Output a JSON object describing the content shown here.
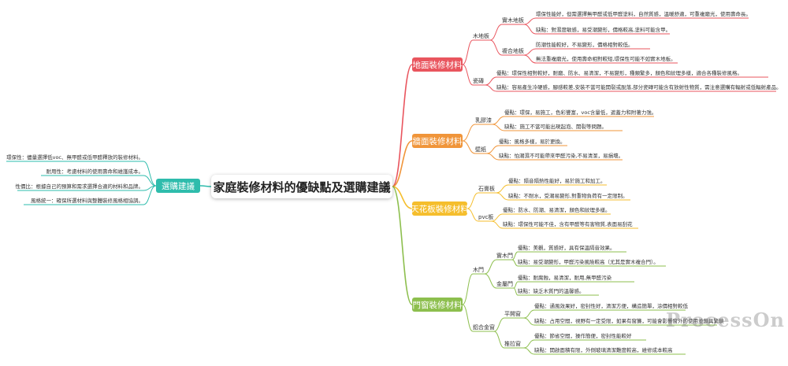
{
  "root": "家庭裝修材料的優缺點及選購建議",
  "watermark": "ProcessOn",
  "colors": {
    "floor": "#e9555e",
    "wall": "#f0953a",
    "ceiling": "#f5be2d",
    "door": "#8dbf4e",
    "advice": "#2ebcac"
  },
  "categories": {
    "floor": "地面裝修材料",
    "wall": "牆面裝修材料",
    "ceiling": "天花板裝修材料",
    "door": "門窗裝修材料",
    "advice": "選購建議"
  },
  "floor": {
    "wood": "木地板",
    "solid": "實木地板",
    "solid_adv": "環保性能好，但需選擇無甲醛或低甲醛塗料，自然質感，溫暖舒適，可重複磨光，使用壽命長。",
    "solid_dis": "缺點：對濕度敏感，易受潮變形，價格較高,塗料可能含甲。",
    "composite": "複合地板",
    "comp_adv": "防潮性能較好，不易變形，價格相對較低。",
    "comp_dis": "無法重複磨光，使用壽命相對較短,環保性可能不如實木地板。",
    "tile": "瓷磚",
    "tile_adv": "優點：環保性相對較好，耐磨、防水、易清潔，不易變形，種類繁多，顏色和紋理多樣，適合各種裝修風格。",
    "tile_dis": "缺點：容易產生冷硬感，腳感較差,安裝不當可能開裂或脫落,部分瓷磚可能含有放射性物質，需注意選購有輻射或低輻射產品。"
  },
  "wall": {
    "latex": "乳膠漆",
    "latex_adv": "優點：環保，易施工，色彩豐富，voc含量低，遮蓋力和附著力強。",
    "latex_dis": "缺點：施工不當可能出現起泡、開裂等問題。",
    "paper": "壁紙",
    "paper_adv": "優點：風格多樣，易於更換。",
    "paper_dis": "缺點：怕潮濕不可能帶來甲醛污染,不易清潔，易損壞。"
  },
  "ceiling": {
    "gypsum": "石膏板",
    "gypsum_adv": "優點：隔音隔熱性能好，易於施工和加工。",
    "gypsum_dis": "缺點：不耐水，受潮易變形,對重物負荷有一定限制。",
    "pvc": "pvc板",
    "pvc_adv": "優點：防水、防潮、易清潔，顏色和紋理多樣。",
    "pvc_dis": "缺點：環保性可能不佳，含有甲醛等有害物質,表面易刮花"
  },
  "door": {
    "wooden": "木門",
    "solid": "實木門",
    "solid_adv": "優點：美觀，質感好，具有保溫隔音效果。",
    "solid_dis": "缺點：易受潮變形，甲醛污染風險較高（尤其是實木複合門）。",
    "metal": "金屬門",
    "metal_adv": "優點：耐腐蝕，易清潔，耐用,無甲醛污染",
    "metal_dis": "缺點：缺乏木質門的溫馨感。",
    "alloy": "鋁合金窗",
    "casement": "平開窗",
    "case_adv": "優點：通風效果好，密封性好，清潔方便，構造簡單，涂價相對較低",
    "case_dis": "缺點：占用空間，視野有一定受限，如果有窗簾，可能會影響窗外的使用並鎖具繁瑣",
    "sliding": "推拉窗",
    "slide_adv": "優點：節省空間，操作簡便，密封性能較好",
    "slide_dis": "缺點：開啟面積有限，外側玻璃清潔難度較高，維修成本較高"
  },
  "advice": {
    "eco": "環保性：儘量選擇低voc、無甲醛或低甲醛釋放的裝修材料。",
    "durability": "耐用性：考慮材料的使用壽命和維護成本。",
    "value": "性價比：根據自己的預算和需求選擇合適的材料和品牌。",
    "style": "風格統一：確保所選材料與整體裝修風格相協調。"
  }
}
